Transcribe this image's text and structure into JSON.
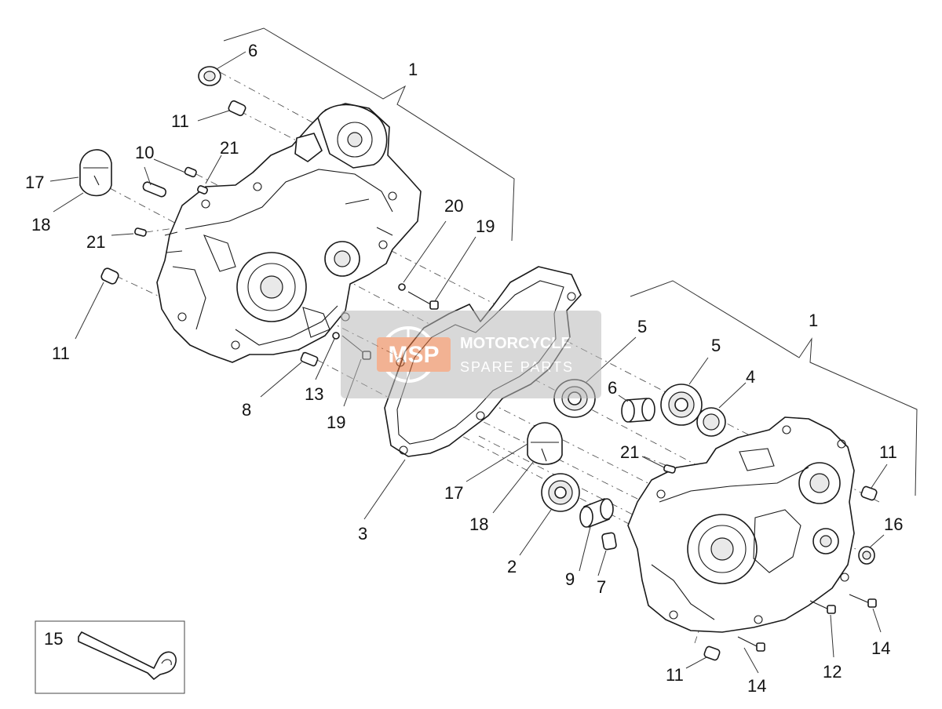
{
  "callouts": {
    "c1a": "1",
    "c1b": "1",
    "c2": "2",
    "c3": "3",
    "c4": "4",
    "c5a": "5",
    "c5b": "5",
    "c6a": "6",
    "c6b": "6",
    "c7": "7",
    "c8": "8",
    "c9": "9",
    "c10": "10",
    "c11a": "11",
    "c11b": "11",
    "c11c": "11",
    "c11d": "11",
    "c12": "12",
    "c13": "13",
    "c14a": "14",
    "c14b": "14",
    "c15": "15",
    "c16": "16",
    "c17a": "17",
    "c17b": "17",
    "c18a": "18",
    "c18b": "18",
    "c19a": "19",
    "c19b": "19",
    "c20": "20",
    "c21a": "21",
    "c21b": "21",
    "c21c": "21"
  },
  "watermark": {
    "logo": "MSP",
    "line1": "MOTORCYCLE",
    "line2": "SPARE PARTS",
    "color": "#e8743b"
  }
}
